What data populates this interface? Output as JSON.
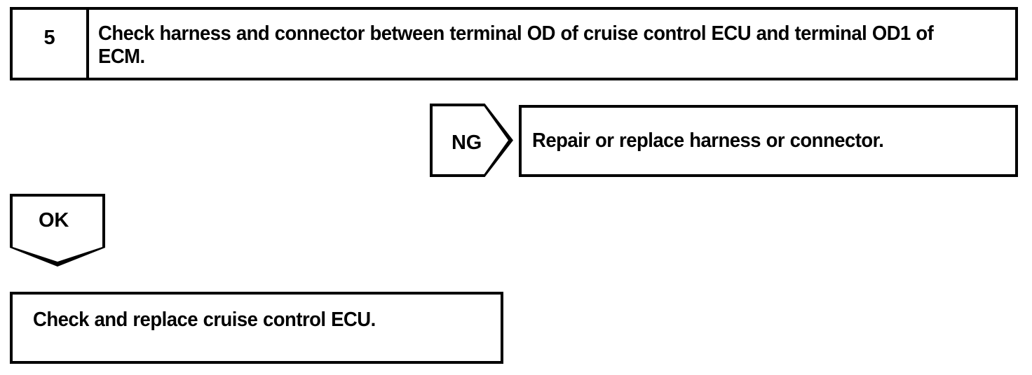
{
  "document": {
    "type": "troubleshooting-flowchart",
    "background_color": "#ffffff",
    "line_color": "#000000"
  },
  "step": {
    "number": "5",
    "instruction": "Check harness and connector between terminal OD of cruise control ECU and terminal OD1 of ECM."
  },
  "branches": {
    "ng": {
      "marker_label": "NG",
      "direction": "right",
      "result_text": "Repair or replace harness or connector."
    },
    "ok": {
      "marker_label": "OK",
      "direction": "down",
      "result_text": "Check and replace cruise control ECU."
    }
  }
}
